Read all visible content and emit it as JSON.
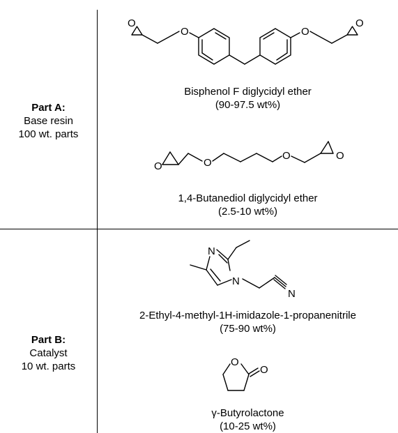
{
  "part_a": {
    "heading": "Part A:",
    "line1": "Base resin",
    "line2": "100 wt. parts",
    "components": [
      {
        "name": "Bisphenol F diglycidyl ether",
        "fraction": "(90-97.5 wt%)"
      },
      {
        "name": "1,4-Butanediol diglycidyl ether",
        "fraction": "(2.5-10 wt%)"
      }
    ]
  },
  "part_b": {
    "heading": "Part B:",
    "line1": "Catalyst",
    "line2": "10 wt. parts",
    "components": [
      {
        "name": "2-Ethyl-4-methyl-1H-imidazole-1-propanenitrile",
        "fraction": "(75-90 wt%)"
      },
      {
        "name": "γ-Butyrolactone",
        "fraction": "(10-25 wt%)"
      }
    ]
  },
  "atom_labels": {
    "oxygen": "O",
    "nitrogen": "N"
  }
}
